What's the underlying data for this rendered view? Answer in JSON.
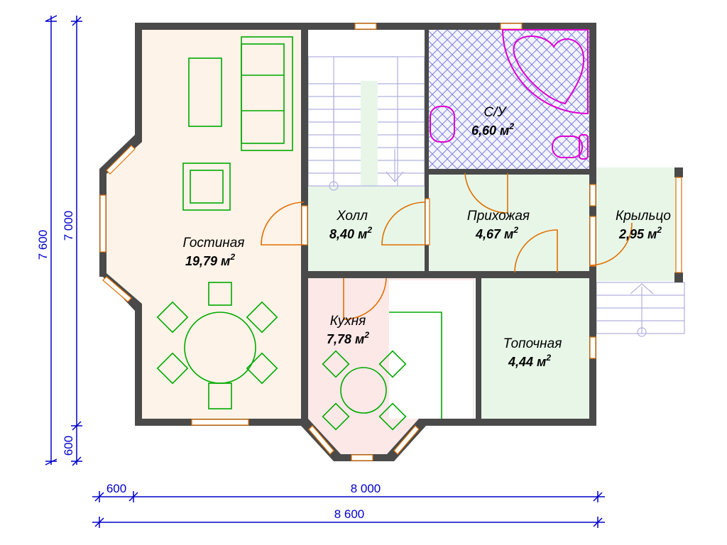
{
  "rooms": {
    "living": {
      "label": "Гостиная",
      "area": "19,79 м",
      "sup": "2"
    },
    "hall": {
      "label": "Холл",
      "area": "8,40 м",
      "sup": "2"
    },
    "bath": {
      "label": "С/У",
      "area": "6,60 м",
      "sup": "2"
    },
    "entry": {
      "label": "Прихожая",
      "area": "4,67 м",
      "sup": "2"
    },
    "porch": {
      "label": "Крыльцо",
      "area": "2,95 м",
      "sup": "2"
    },
    "kitchen": {
      "label": "Кухня",
      "area": "7,78 м",
      "sup": "2"
    },
    "boiler": {
      "label": "Топочная",
      "area": "4,44 м",
      "sup": "2"
    }
  },
  "dimensions": {
    "left_total": "7 600",
    "left_main": "7 000",
    "left_bay": "600",
    "bottom_bay": "600",
    "bottom_main": "8 000",
    "bottom_total": "8 600"
  },
  "colors": {
    "living_fill": "#fdf3e8",
    "hall_fill": "#e8f6e8",
    "kitchen_fill": "#fde8e8",
    "boiler_fill": "#e8f6e8",
    "porch_fill": "#e8f6e8",
    "bath_hatch": "#8080e0",
    "wall": "#4a4a4a",
    "dimension": "#0000cc"
  }
}
